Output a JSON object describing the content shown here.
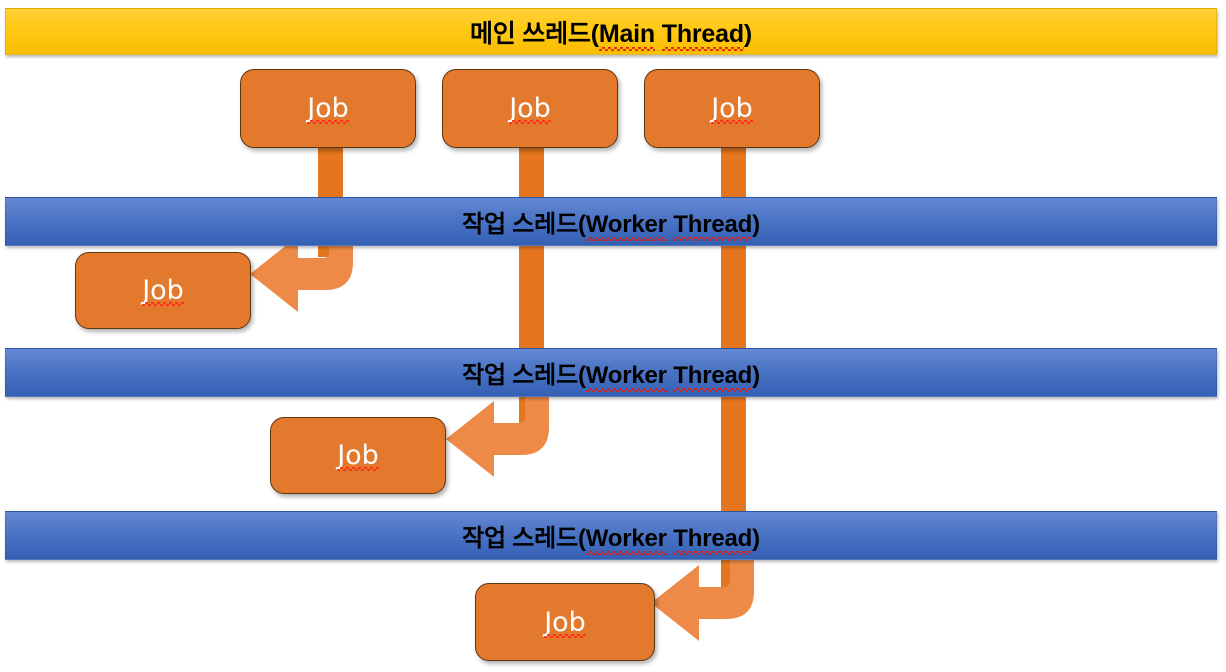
{
  "diagram": {
    "title_main": "메인 쓰레드(Main Thread)",
    "title_worker": "작업 스레드(Worker Thread)",
    "job_label": "Job",
    "colors": {
      "main_thread_bar": "#FFC915",
      "worker_thread_bar": "#4A73C4",
      "job_box": "#E3792C",
      "connector": "#E5761F",
      "arrow": "#ED8A48",
      "background": "#FFFFFF",
      "spellcheck_underline": "#E01B10"
    },
    "bars": [
      {
        "id": "main-thread",
        "type": "main",
        "korean": "메인 쓰레드",
        "paren_open": "(",
        "english_part1": "Main",
        "english_space": " ",
        "english_part2": "Thread",
        "paren_close": ")"
      },
      {
        "id": "worker-thread-1",
        "type": "worker",
        "korean": "작업 스레드",
        "paren_open": "(",
        "english_part1": "Worker",
        "english_space": " ",
        "english_part2": "Thread",
        "paren_close": ")"
      },
      {
        "id": "worker-thread-2",
        "type": "worker",
        "korean": "작업 스레드",
        "paren_open": "(",
        "english_part1": "Worker",
        "english_space": " ",
        "english_part2": "Thread",
        "paren_close": ")"
      },
      {
        "id": "worker-thread-3",
        "type": "worker",
        "korean": "작업 스레드",
        "paren_open": "(",
        "english_part1": "Worker",
        "english_space": " ",
        "english_part2": "Thread",
        "paren_close": ")"
      }
    ],
    "jobs": [
      {
        "id": "job-main-1",
        "label": "Job",
        "lane": "main-thread"
      },
      {
        "id": "job-main-2",
        "label": "Job",
        "lane": "main-thread"
      },
      {
        "id": "job-main-3",
        "label": "Job",
        "lane": "main-thread"
      },
      {
        "id": "job-worker-1",
        "label": "Job",
        "lane": "worker-thread-1"
      },
      {
        "id": "job-worker-2",
        "label": "Job",
        "lane": "worker-thread-2"
      },
      {
        "id": "job-worker-3",
        "label": "Job",
        "lane": "worker-thread-3"
      }
    ],
    "connectors": [
      {
        "id": "connector-1",
        "from": "job-main-1",
        "to": "job-worker-1"
      },
      {
        "id": "connector-2",
        "from": "job-main-2",
        "to": "job-worker-2"
      },
      {
        "id": "connector-3",
        "from": "job-main-3",
        "to": "job-worker-3"
      }
    ]
  }
}
